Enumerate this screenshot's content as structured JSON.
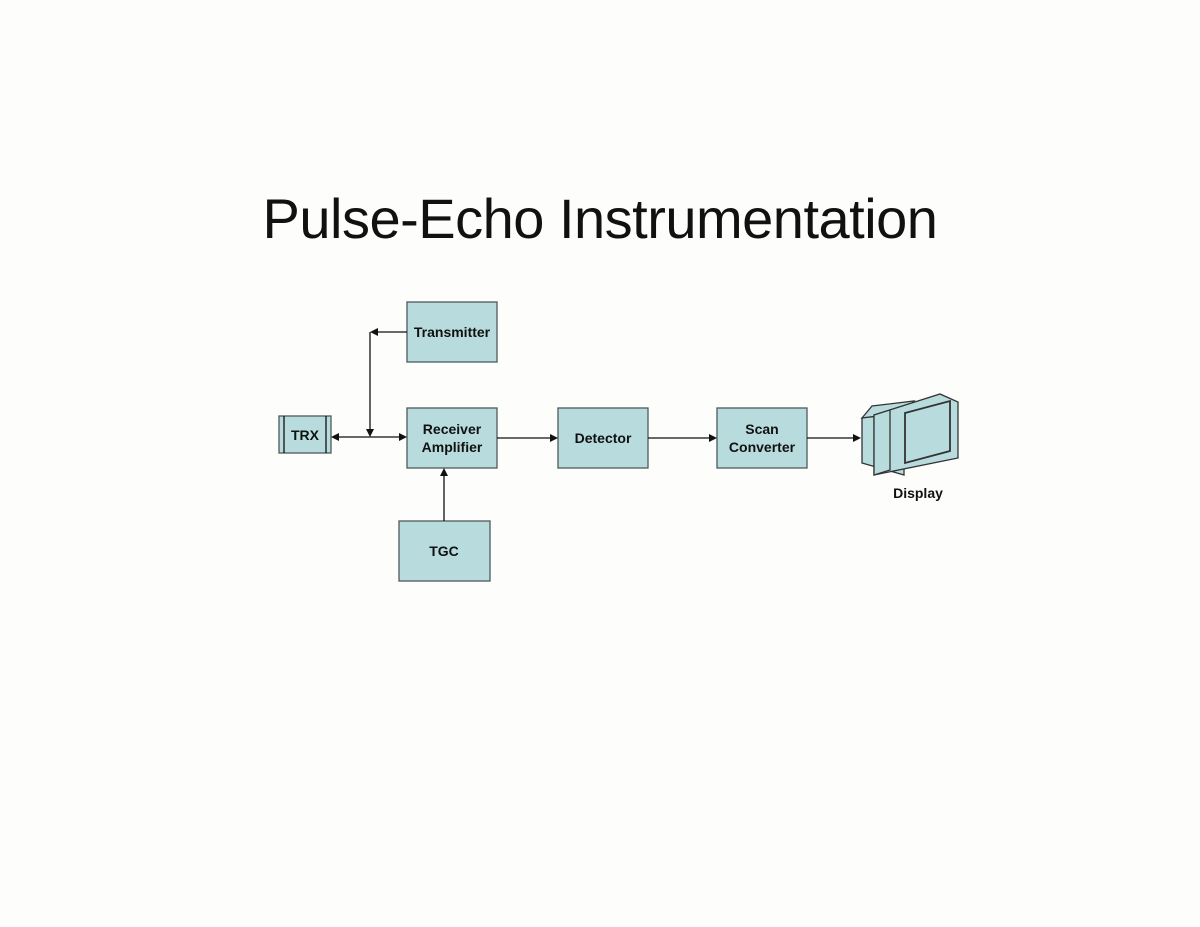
{
  "title": "Pulse-Echo Instrumentation",
  "blocks": {
    "trx": "TRX",
    "transmitter": "Transmitter",
    "receiver_amplifier": [
      "Receiver",
      "Amplifier"
    ],
    "detector": "Detector",
    "scan_converter": [
      "Scan",
      "Converter"
    ],
    "tgc": "TGC",
    "display": "Display"
  },
  "colors": {
    "box_fill": "#b8dcdd",
    "box_stroke": "#505a5c",
    "line": "#111111"
  }
}
